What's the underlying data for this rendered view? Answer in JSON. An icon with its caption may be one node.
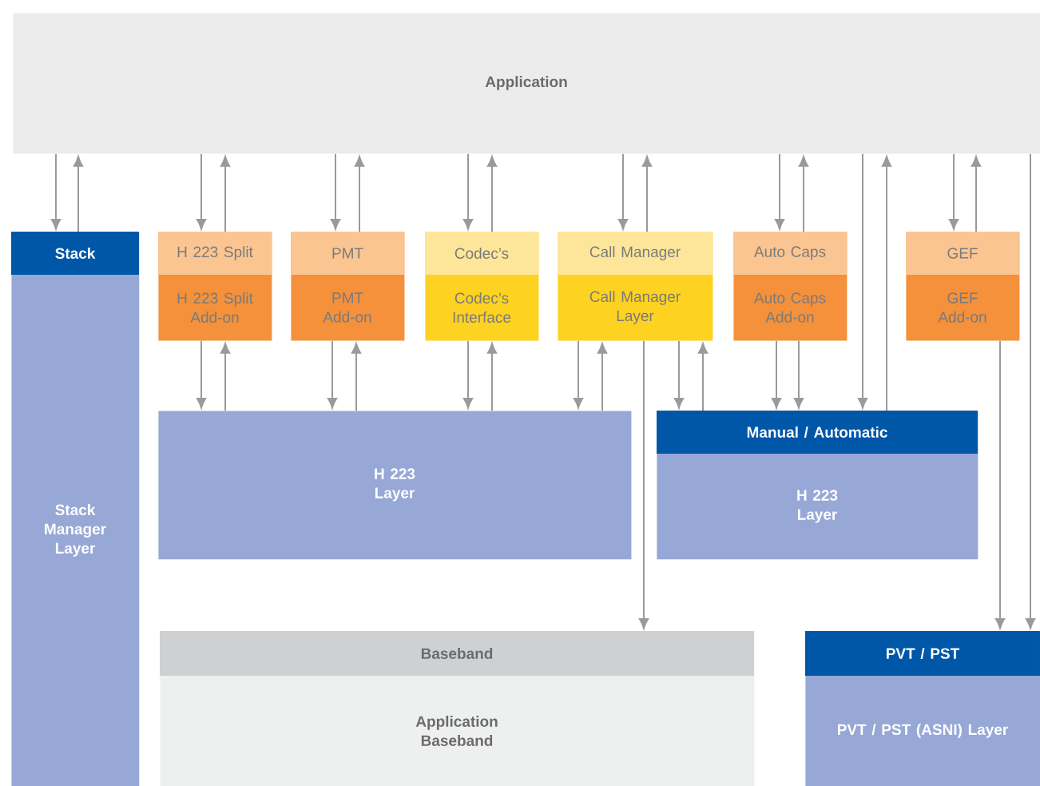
{
  "diagram": {
    "nodes": [
      {
        "text": [
          "Application"
        ]
      },
      {
        "text": [
          "Stack",
          "Stack Manager Layer"
        ]
      },
      {
        "text": [
          "H 223 Split",
          "H 223 Split Add-on"
        ]
      },
      {
        "text": [
          "PMT",
          "PMT Add-on"
        ]
      },
      {
        "text": [
          "Codec’s",
          "Codec’s Interface"
        ]
      },
      {
        "text": [
          "Call Manager",
          "Call Manager Layer"
        ]
      },
      {
        "text": [
          "Auto Caps",
          "Auto Caps Add-on"
        ]
      },
      {
        "text": [
          "GEF",
          "GEF Add-on"
        ]
      },
      {
        "text": [
          "H 223 Layer"
        ]
      },
      {
        "text": [
          "Manual / Automatic",
          "H 223 Layer"
        ]
      },
      {
        "text": [
          "Baseband",
          "Application Baseband"
        ]
      },
      {
        "text": [
          "PVT / PST",
          "PVT / PST (ASNI) Layer"
        ]
      }
    ],
    "edges": [
      {
        "from": 0,
        "to": 1,
        "arrow": "to"
      },
      {
        "from": 1,
        "to": 0,
        "arrow": "to"
      },
      {
        "from": 0,
        "to": 2,
        "arrow": "to"
      },
      {
        "from": 2,
        "to": 0,
        "arrow": "to"
      },
      {
        "from": 0,
        "to": 3,
        "arrow": "to"
      },
      {
        "from": 3,
        "to": 0,
        "arrow": "to"
      },
      {
        "from": 0,
        "to": 4,
        "arrow": "to"
      },
      {
        "from": 4,
        "to": 0,
        "arrow": "to"
      },
      {
        "from": 0,
        "to": 5,
        "arrow": "to"
      },
      {
        "from": 5,
        "to": 0,
        "arrow": "to"
      },
      {
        "from": 0,
        "to": 6,
        "arrow": "to"
      },
      {
        "from": 6,
        "to": 0,
        "arrow": "to"
      },
      {
        "from": 0,
        "to": 9,
        "arrow": "to"
      },
      {
        "from": 9,
        "to": 0,
        "arrow": "to"
      },
      {
        "from": 0,
        "to": 7,
        "arrow": "to"
      },
      {
        "from": 7,
        "to": 0,
        "arrow": "to"
      },
      {
        "from": 7,
        "to": 11,
        "arrow": "to"
      },
      {
        "from": 0,
        "to": 11,
        "arrow": "to"
      },
      {
        "from": 2,
        "to": 8,
        "arrow": "to"
      },
      {
        "from": 8,
        "to": 2,
        "arrow": "to"
      },
      {
        "from": 3,
        "to": 8,
        "arrow": "to"
      },
      {
        "from": 8,
        "to": 3,
        "arrow": "to"
      },
      {
        "from": 4,
        "to": 8,
        "arrow": "to"
      },
      {
        "from": 8,
        "to": 4,
        "arrow": "to"
      },
      {
        "from": 5,
        "to": 8,
        "arrow": "to"
      },
      {
        "from": 8,
        "to": 5,
        "arrow": "to"
      },
      {
        "from": 5,
        "to": 10,
        "arrow": "to"
      },
      {
        "from": 5,
        "to": 9,
        "arrow": "to"
      },
      {
        "from": 9,
        "to": 5,
        "arrow": "to"
      },
      {
        "from": 6,
        "to": 9,
        "arrow": "to"
      },
      {
        "from": 6,
        "to": 9,
        "arrow": "to"
      }
    ]
  }
}
